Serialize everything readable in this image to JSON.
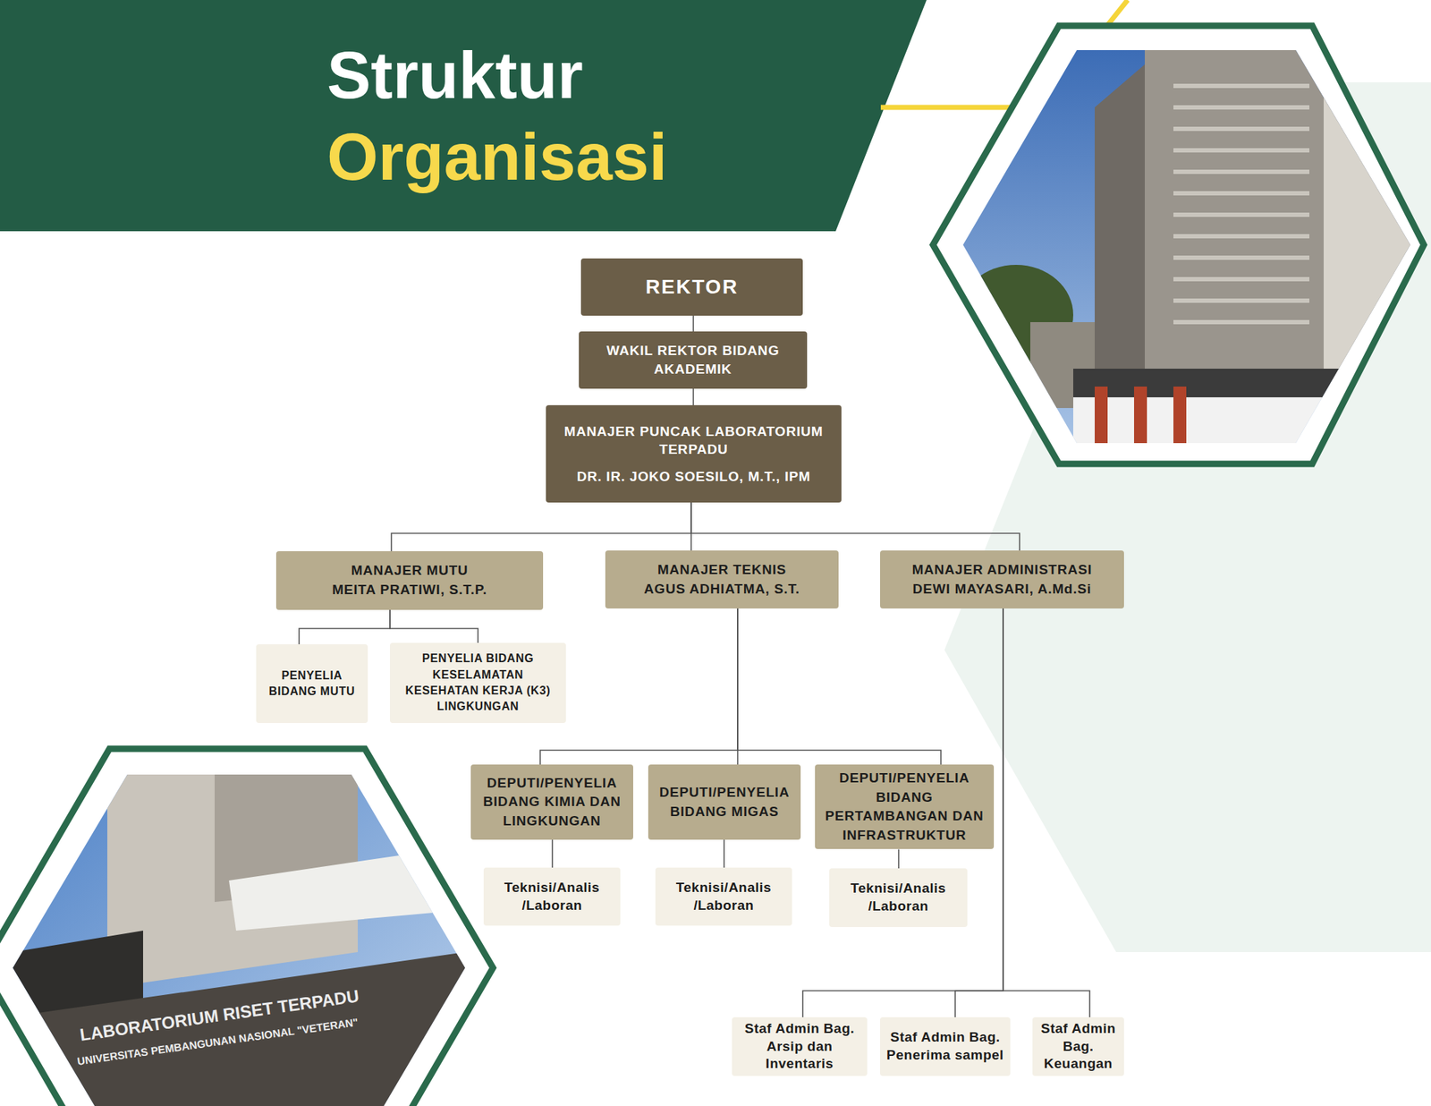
{
  "diagram": {
    "title": "Struktur Organisasi",
    "nodes": [
      {
        "text": [
          "REKTOR"
        ]
      },
      {
        "text": [
          "WAKIL REKTOR BIDANG AKADEMIK"
        ]
      },
      {
        "text": [
          "MANAJER PUNCAK LABORATORIUM TERPADU",
          "DR. IR. JOKO SOESILO, M.T., IPM"
        ]
      },
      {
        "text": [
          "MANAJER MUTU",
          "MEITA PRATIWI, S.T.P."
        ]
      },
      {
        "text": [
          "MANAJER TEKNIS",
          "AGUS ADHIATMA, S.T."
        ]
      },
      {
        "text": [
          "MANAJER ADMINISTRASI",
          "DEWI MAYASARI, A.Md.Si"
        ]
      },
      {
        "text": [
          "PENYELIA BIDANG MUTU"
        ]
      },
      {
        "text": [
          "PENYELIA BIDANG KESELAMATAN KESEHATAN KERJA (K3) LINGKUNGAN"
        ]
      },
      {
        "text": [
          "DEPUTI/PENYELIA BIDANG KIMIA DAN LINGKUNGAN"
        ]
      },
      {
        "text": [
          "DEPUTI/PENYELIA BIDANG MIGAS"
        ]
      },
      {
        "text": [
          "DEPUTI/PENYELIA BIDANG PERTAMBANGAN DAN INFRASTRUKTUR"
        ]
      },
      {
        "text": [
          "Teknisi/Analis /Laboran"
        ]
      },
      {
        "text": [
          "Teknisi/Analis /Laboran"
        ]
      },
      {
        "text": [
          "Teknisi/Analis /Laboran"
        ]
      },
      {
        "text": [
          "Staf Admin Bag. Arsip dan Inventaris"
        ]
      },
      {
        "text": [
          "Staf Admin Bag. Penerima sampel"
        ]
      },
      {
        "text": [
          "Staf Admin Bag. Keuangan"
        ]
      }
    ],
    "edges": [
      {
        "from": 0,
        "to": 1,
        "arrow": "none"
      },
      {
        "from": 1,
        "to": 2,
        "arrow": "none"
      },
      {
        "from": 2,
        "to": 3,
        "arrow": "none"
      },
      {
        "from": 2,
        "to": 4,
        "arrow": "none"
      },
      {
        "from": 2,
        "to": 5,
        "arrow": "none"
      },
      {
        "from": 3,
        "to": 6,
        "arrow": "none"
      },
      {
        "from": 3,
        "to": 7,
        "arrow": "none"
      },
      {
        "from": 4,
        "to": 8,
        "arrow": "none"
      },
      {
        "from": 4,
        "to": 9,
        "arrow": "none"
      },
      {
        "from": 4,
        "to": 10,
        "arrow": "none"
      },
      {
        "from": 8,
        "to": 11,
        "arrow": "none"
      },
      {
        "from": 9,
        "to": 12,
        "arrow": "none"
      },
      {
        "from": 10,
        "to": 13,
        "arrow": "none"
      },
      {
        "from": 5,
        "to": 14,
        "arrow": "none"
      },
      {
        "from": 5,
        "to": 15,
        "arrow": "none"
      },
      {
        "from": 5,
        "to": 16,
        "arrow": "none"
      }
    ],
    "labels": [
      "LABORATORIUM RISET TERPADU",
      "UNIVERSITAS PEMBANGUNAN NASIONAL \"VETERAN\""
    ]
  }
}
